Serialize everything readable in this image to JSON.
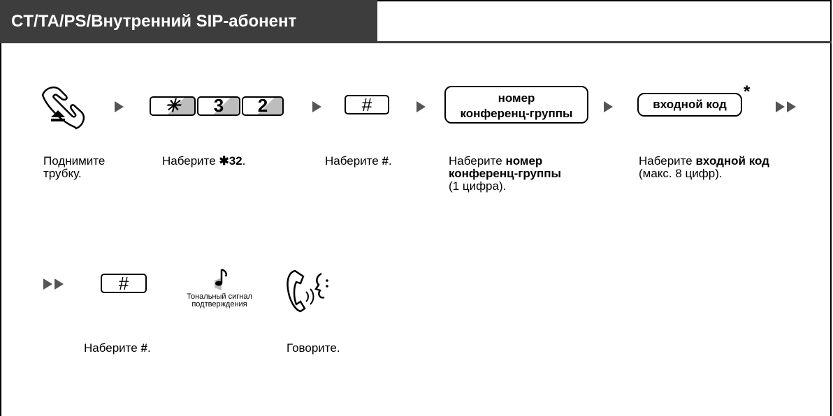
{
  "title": "CT/TA/PS/Внутренний SIP-абонент",
  "keys": {
    "star": "✳",
    "three": "3",
    "two": "2",
    "hash1": "#",
    "hash2": "#"
  },
  "pills": {
    "conference_number_line1": "номер",
    "conference_number_line2": "конференц-группы",
    "entry_code": "входной код",
    "asterisk": "*"
  },
  "captions": {
    "step1": "Поднимите трубку.",
    "step2_prefix": "Наберите ",
    "step2_bold": "✱32",
    "step2_suffix": ".",
    "step3_prefix": "Наберите ",
    "step3_bold": "#",
    "step3_suffix": ".",
    "step4_prefix": "Наберите ",
    "step4_bold": "номер конференц-группы",
    "step4_suffix": "(1 цифра).",
    "step5_prefix": "Наберите ",
    "step5_bold": "входной код",
    "step5_suffix": "(макс. 8 цифр).",
    "step6_prefix": "Наберите ",
    "step6_bold": "#",
    "step6_suffix": ".",
    "step7": "Говорите."
  },
  "tone_label": "Тональный сигнал подтверждения",
  "icons": [
    "off-hook-handset-icon",
    "confirmation-tone-icon",
    "talk-icon"
  ]
}
